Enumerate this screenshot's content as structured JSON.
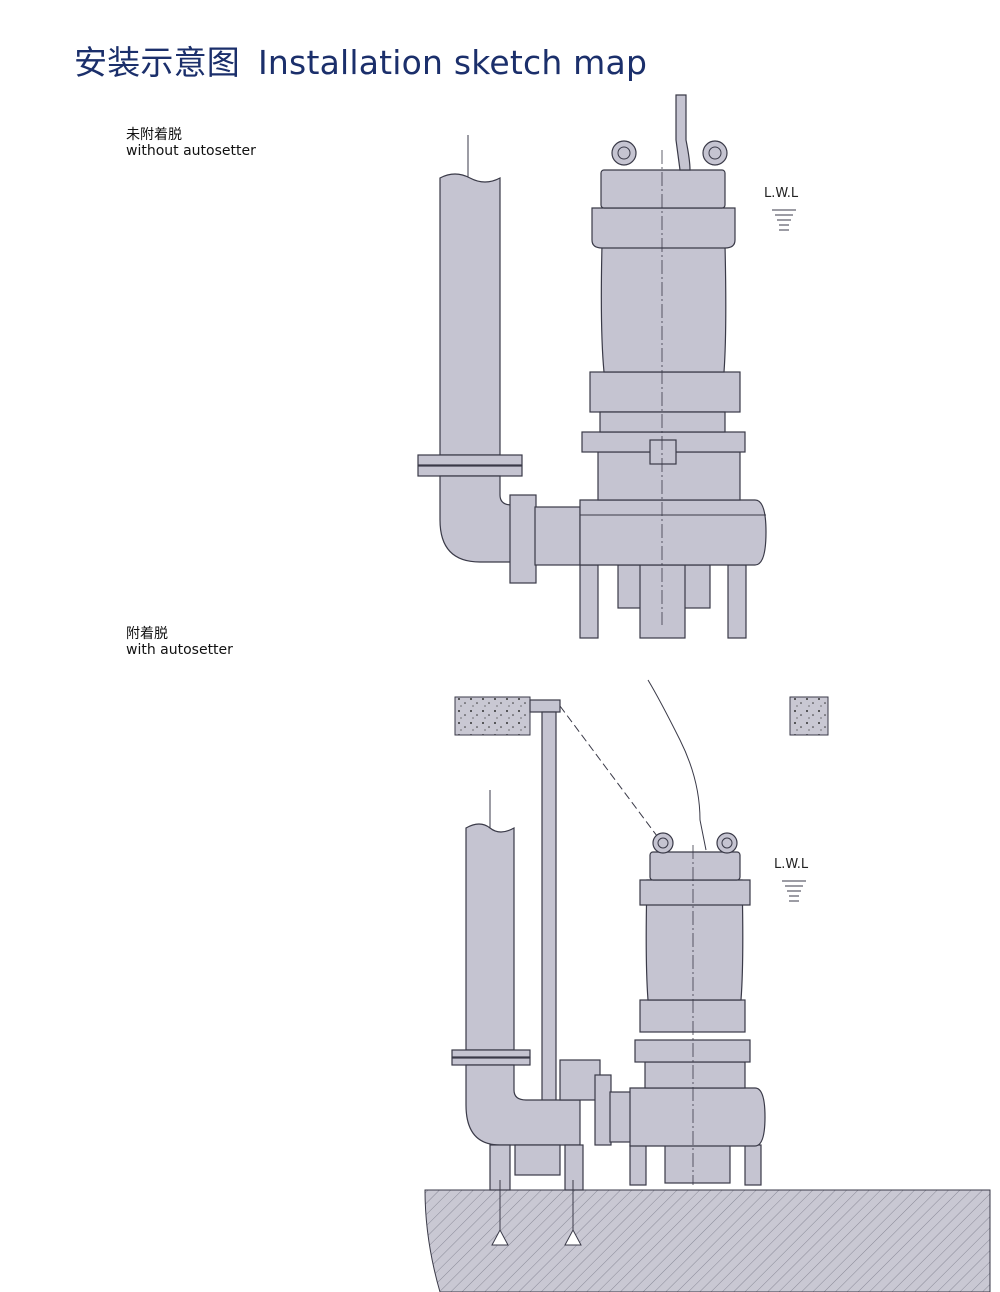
{
  "title": {
    "cn": "安装示意图",
    "en": "Installation sketch map"
  },
  "sections": [
    {
      "cn": "未附着脱",
      "en": "without autosetter",
      "level_label": "L.W.L"
    },
    {
      "cn": "附着脱",
      "en": "with autosetter",
      "level_label": "L.W.L"
    }
  ],
  "colors": {
    "title": "#1b2f6b",
    "pump_fill": "#c5c4d1"
  }
}
